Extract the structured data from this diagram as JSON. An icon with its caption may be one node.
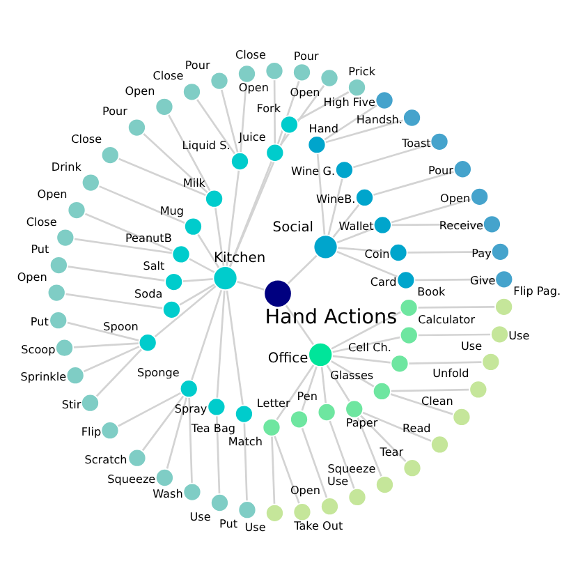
{
  "diagram": {
    "nodes": [
      {
        "text": [
          "Hand Actions"
        ]
      },
      {
        "text": [
          "Social"
        ]
      },
      {
        "text": [
          "Card"
        ]
      },
      {
        "text": [
          "Give"
        ]
      },
      {
        "text": [
          "Coin"
        ]
      },
      {
        "text": [
          "Pay"
        ]
      },
      {
        "text": [
          "Wallet"
        ]
      },
      {
        "text": [
          "Receive"
        ]
      },
      {
        "text": [
          "Open"
        ]
      },
      {
        "text": [
          "WineB."
        ]
      },
      {
        "text": [
          "Pour"
        ]
      },
      {
        "text": [
          "Wine G."
        ]
      },
      {
        "text": [
          "Toast"
        ]
      },
      {
        "text": [
          "Hand"
        ]
      },
      {
        "text": [
          "Handsh."
        ]
      },
      {
        "text": [
          "High Five"
        ]
      },
      {
        "text": [
          "Kitchen"
        ]
      },
      {
        "text": [
          "Fork"
        ]
      },
      {
        "text": [
          "Prick"
        ]
      },
      {
        "text": [
          "Juice"
        ]
      },
      {
        "text": [
          "Open"
        ]
      },
      {
        "text": [
          "Pour"
        ]
      },
      {
        "text": [
          "Close"
        ]
      },
      {
        "text": [
          "Liquid S."
        ]
      },
      {
        "text": [
          "Open"
        ]
      },
      {
        "text": [
          "Pour"
        ]
      },
      {
        "text": [
          "Close"
        ]
      },
      {
        "text": [
          "Milk"
        ]
      },
      {
        "text": [
          "Open"
        ]
      },
      {
        "text": [
          "Pour"
        ]
      },
      {
        "text": [
          "Close"
        ]
      },
      {
        "text": [
          "Mug"
        ]
      },
      {
        "text": [
          "Drink"
        ]
      },
      {
        "text": [
          "PeanutB"
        ]
      },
      {
        "text": [
          "Open"
        ]
      },
      {
        "text": [
          "Close"
        ]
      },
      {
        "text": [
          "Salt"
        ]
      },
      {
        "text": [
          "Put"
        ]
      },
      {
        "text": [
          "Soda"
        ]
      },
      {
        "text": [
          "Open"
        ]
      },
      {
        "text": [
          "Spoon"
        ]
      },
      {
        "text": [
          "Put"
        ]
      },
      {
        "text": [
          "Scoop"
        ]
      },
      {
        "text": [
          "Sprinkle"
        ]
      },
      {
        "text": [
          "Stir"
        ]
      },
      {
        "text": [
          "Sponge"
        ]
      },
      {
        "text": [
          "Flip"
        ]
      },
      {
        "text": [
          "Scratch"
        ]
      },
      {
        "text": [
          "Squeeze"
        ]
      },
      {
        "text": [
          "Wash"
        ]
      },
      {
        "text": [
          "Spray"
        ]
      },
      {
        "text": [
          "Use"
        ]
      },
      {
        "text": [
          "Tea Bag"
        ]
      },
      {
        "text": [
          "Put"
        ]
      },
      {
        "text": [
          "Office"
        ]
      },
      {
        "text": [
          "Match"
        ]
      },
      {
        "text": [
          "Use"
        ]
      },
      {
        "text": [
          "Take Out"
        ]
      },
      {
        "text": [
          "Letter"
        ]
      },
      {
        "text": [
          "Open"
        ]
      },
      {
        "text": [
          "Pen"
        ]
      },
      {
        "text": [
          "Use"
        ]
      },
      {
        "text": [
          "Paper"
        ]
      },
      {
        "text": [
          "Squeeze"
        ]
      },
      {
        "text": [
          "Tear"
        ]
      },
      {
        "text": [
          "Read"
        ]
      },
      {
        "text": [
          "Glasses"
        ]
      },
      {
        "text": [
          "Clean"
        ]
      },
      {
        "text": [
          "Unfold"
        ]
      },
      {
        "text": [
          "Cell Ch."
        ]
      },
      {
        "text": [
          "Use"
        ]
      },
      {
        "text": [
          "Calculator"
        ]
      },
      {
        "text": [
          "Use"
        ]
      },
      {
        "text": [
          "Book"
        ]
      },
      {
        "text": [
          "Flip Pag."
        ]
      }
    ],
    "edges": [
      {
        "from": 0,
        "to": 1,
        "arrow": "none"
      },
      {
        "from": 1,
        "to": 2,
        "arrow": "none"
      },
      {
        "from": 2,
        "to": 3,
        "arrow": "none"
      },
      {
        "from": 1,
        "to": 4,
        "arrow": "none"
      },
      {
        "from": 4,
        "to": 5,
        "arrow": "none"
      },
      {
        "from": 1,
        "to": 6,
        "arrow": "none"
      },
      {
        "from": 6,
        "to": 7,
        "arrow": "none"
      },
      {
        "from": 6,
        "to": 8,
        "arrow": "none"
      },
      {
        "from": 1,
        "to": 9,
        "arrow": "none"
      },
      {
        "from": 9,
        "to": 10,
        "arrow": "none"
      },
      {
        "from": 1,
        "to": 11,
        "arrow": "none"
      },
      {
        "from": 11,
        "to": 12,
        "arrow": "none"
      },
      {
        "from": 1,
        "to": 13,
        "arrow": "none"
      },
      {
        "from": 13,
        "to": 14,
        "arrow": "none"
      },
      {
        "from": 13,
        "to": 15,
        "arrow": "none"
      },
      {
        "from": 0,
        "to": 16,
        "arrow": "none"
      },
      {
        "from": 16,
        "to": 17,
        "arrow": "none"
      },
      {
        "from": 17,
        "to": 18,
        "arrow": "none"
      },
      {
        "from": 16,
        "to": 19,
        "arrow": "none"
      },
      {
        "from": 19,
        "to": 20,
        "arrow": "none"
      },
      {
        "from": 19,
        "to": 21,
        "arrow": "none"
      },
      {
        "from": 19,
        "to": 22,
        "arrow": "none"
      },
      {
        "from": 16,
        "to": 23,
        "arrow": "none"
      },
      {
        "from": 23,
        "to": 24,
        "arrow": "none"
      },
      {
        "from": 23,
        "to": 25,
        "arrow": "none"
      },
      {
        "from": 23,
        "to": 26,
        "arrow": "none"
      },
      {
        "from": 16,
        "to": 27,
        "arrow": "none"
      },
      {
        "from": 27,
        "to": 28,
        "arrow": "none"
      },
      {
        "from": 27,
        "to": 29,
        "arrow": "none"
      },
      {
        "from": 27,
        "to": 30,
        "arrow": "none"
      },
      {
        "from": 16,
        "to": 31,
        "arrow": "none"
      },
      {
        "from": 31,
        "to": 32,
        "arrow": "none"
      },
      {
        "from": 16,
        "to": 33,
        "arrow": "none"
      },
      {
        "from": 33,
        "to": 34,
        "arrow": "none"
      },
      {
        "from": 33,
        "to": 35,
        "arrow": "none"
      },
      {
        "from": 16,
        "to": 36,
        "arrow": "none"
      },
      {
        "from": 36,
        "to": 37,
        "arrow": "none"
      },
      {
        "from": 16,
        "to": 38,
        "arrow": "none"
      },
      {
        "from": 38,
        "to": 39,
        "arrow": "none"
      },
      {
        "from": 16,
        "to": 40,
        "arrow": "none"
      },
      {
        "from": 40,
        "to": 41,
        "arrow": "none"
      },
      {
        "from": 40,
        "to": 42,
        "arrow": "none"
      },
      {
        "from": 40,
        "to": 43,
        "arrow": "none"
      },
      {
        "from": 40,
        "to": 44,
        "arrow": "none"
      },
      {
        "from": 16,
        "to": 45,
        "arrow": "none"
      },
      {
        "from": 45,
        "to": 46,
        "arrow": "none"
      },
      {
        "from": 45,
        "to": 47,
        "arrow": "none"
      },
      {
        "from": 45,
        "to": 48,
        "arrow": "none"
      },
      {
        "from": 45,
        "to": 49,
        "arrow": "none"
      },
      {
        "from": 16,
        "to": 50,
        "arrow": "none"
      },
      {
        "from": 50,
        "to": 51,
        "arrow": "none"
      },
      {
        "from": 16,
        "to": 52,
        "arrow": "none"
      },
      {
        "from": 52,
        "to": 53,
        "arrow": "none"
      },
      {
        "from": 0,
        "to": 54,
        "arrow": "none"
      },
      {
        "from": 54,
        "to": 55,
        "arrow": "none"
      },
      {
        "from": 55,
        "to": 56,
        "arrow": "none"
      },
      {
        "from": 55,
        "to": 57,
        "arrow": "none"
      },
      {
        "from": 54,
        "to": 58,
        "arrow": "none"
      },
      {
        "from": 58,
        "to": 59,
        "arrow": "none"
      },
      {
        "from": 54,
        "to": 60,
        "arrow": "none"
      },
      {
        "from": 60,
        "to": 61,
        "arrow": "none"
      },
      {
        "from": 54,
        "to": 62,
        "arrow": "none"
      },
      {
        "from": 62,
        "to": 63,
        "arrow": "none"
      },
      {
        "from": 62,
        "to": 64,
        "arrow": "none"
      },
      {
        "from": 62,
        "to": 65,
        "arrow": "none"
      },
      {
        "from": 54,
        "to": 66,
        "arrow": "none"
      },
      {
        "from": 66,
        "to": 67,
        "arrow": "none"
      },
      {
        "from": 66,
        "to": 68,
        "arrow": "none"
      },
      {
        "from": 54,
        "to": 69,
        "arrow": "none"
      },
      {
        "from": 69,
        "to": 70,
        "arrow": "none"
      },
      {
        "from": 54,
        "to": 71,
        "arrow": "none"
      },
      {
        "from": 71,
        "to": 72,
        "arrow": "none"
      },
      {
        "from": 54,
        "to": 73,
        "arrow": "none"
      },
      {
        "from": 73,
        "to": 74,
        "arrow": "none"
      }
    ]
  }
}
